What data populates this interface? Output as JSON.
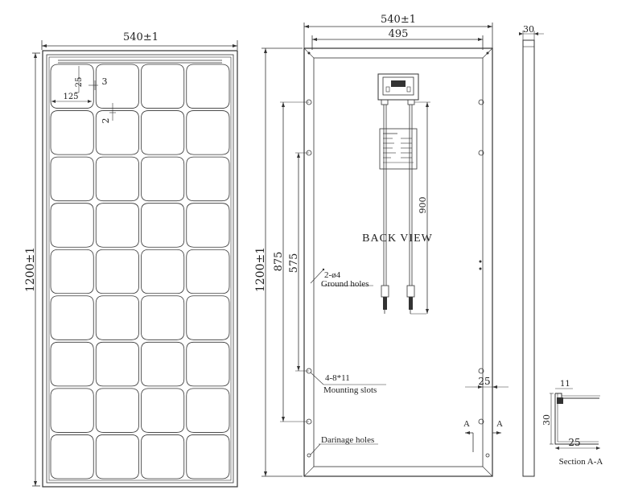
{
  "front_view": {
    "width_dim": "540±1",
    "height_dim": "1200±1",
    "cell_size_dim": "125",
    "cell_corner_dim": "25",
    "cell_gap_h_dim": "3",
    "cell_gap_v_dim": "2",
    "cell_columns": 4,
    "cell_rows": 9
  },
  "back_view": {
    "title": "BACK VIEW",
    "outer_width_dim": "540±1",
    "inner_width_dim": "495",
    "height_dim": "1200±1",
    "mount_span_dim": "875",
    "ground_span_dim": "575",
    "cable_length_dim": "900",
    "frame_edge_dim": "25",
    "ground_holes_spec": "2-ø4",
    "ground_holes_label": "Ground holes",
    "mounting_slots_spec": "4-8*11",
    "mounting_slots_label": "Mounting slots",
    "drainage_label": "Darinage holes",
    "section_marker_left": "A",
    "section_marker_right": "A"
  },
  "side_view": {
    "thickness_dim": "30"
  },
  "section": {
    "title": "Section A-A",
    "lip_dim": "11",
    "height_dim": "30",
    "base_dim": "25"
  }
}
